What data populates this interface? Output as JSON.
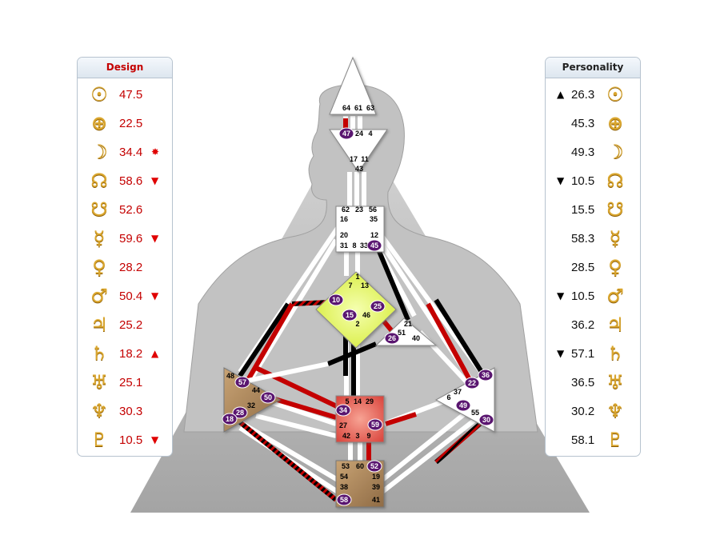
{
  "design": {
    "title": "Design",
    "rows": [
      {
        "planet": "sun-icon",
        "glyph": "☉",
        "value": "47.5",
        "marker": ""
      },
      {
        "planet": "earth-icon",
        "glyph": "⊕",
        "value": "22.5",
        "marker": ""
      },
      {
        "planet": "moon-icon",
        "glyph": "☽",
        "value": "34.4",
        "marker": "✸"
      },
      {
        "planet": "north-node-icon",
        "glyph": "☊",
        "value": "58.6",
        "marker": "▼"
      },
      {
        "planet": "south-node-icon",
        "glyph": "☋",
        "value": "52.6",
        "marker": ""
      },
      {
        "planet": "mercury-icon",
        "glyph": "☿",
        "value": "59.6",
        "marker": "▼"
      },
      {
        "planet": "venus-icon",
        "glyph": "♀",
        "value": "28.2",
        "marker": ""
      },
      {
        "planet": "mars-icon",
        "glyph": "♂",
        "value": "50.4",
        "marker": "▼"
      },
      {
        "planet": "jupiter-icon",
        "glyph": "♃",
        "value": "25.2",
        "marker": ""
      },
      {
        "planet": "saturn-icon",
        "glyph": "♄",
        "value": "18.2",
        "marker": "▲"
      },
      {
        "planet": "uranus-icon",
        "glyph": "♅",
        "value": "25.1",
        "marker": ""
      },
      {
        "planet": "neptune-icon",
        "glyph": "♆",
        "value": "30.3",
        "marker": ""
      },
      {
        "planet": "pluto-icon",
        "glyph": "♇",
        "value": "10.5",
        "marker": "▼"
      }
    ]
  },
  "personality": {
    "title": "Personality",
    "rows": [
      {
        "planet": "sun-icon",
        "glyph": "☉",
        "value": "26.3",
        "marker": "▲"
      },
      {
        "planet": "earth-icon",
        "glyph": "⊕",
        "value": "45.3",
        "marker": ""
      },
      {
        "planet": "moon-icon",
        "glyph": "☽",
        "value": "49.3",
        "marker": ""
      },
      {
        "planet": "north-node-icon",
        "glyph": "☊",
        "value": "10.5",
        "marker": "▼"
      },
      {
        "planet": "south-node-icon",
        "glyph": "☋",
        "value": "15.5",
        "marker": ""
      },
      {
        "planet": "mercury-icon",
        "glyph": "☿",
        "value": "58.3",
        "marker": ""
      },
      {
        "planet": "venus-icon",
        "glyph": "♀",
        "value": "28.5",
        "marker": ""
      },
      {
        "planet": "mars-icon",
        "glyph": "♂",
        "value": "10.5",
        "marker": "▼"
      },
      {
        "planet": "jupiter-icon",
        "glyph": "♃",
        "value": "36.2",
        "marker": ""
      },
      {
        "planet": "saturn-icon",
        "glyph": "♄",
        "value": "57.1",
        "marker": "▼"
      },
      {
        "planet": "uranus-icon",
        "glyph": "♅",
        "value": "36.5",
        "marker": ""
      },
      {
        "planet": "neptune-icon",
        "glyph": "♆",
        "value": "30.2",
        "marker": ""
      },
      {
        "planet": "pluto-icon",
        "glyph": "♇",
        "value": "58.1",
        "marker": ""
      }
    ]
  },
  "colors": {
    "design_red": "#c40000",
    "defined_channel_black": "#000000",
    "activation_badge": "#5a1670",
    "head_center": "#ffffff",
    "g_center": "#e8f570",
    "sacral_center": "#e2554a",
    "root_center": "#a88358",
    "spleen_center": "#a88358"
  },
  "bodygraph": {
    "activated_gates": [
      "47",
      "45",
      "10",
      "25",
      "15",
      "26",
      "57",
      "50",
      "28",
      "18",
      "34",
      "59",
      "52",
      "58",
      "36",
      "22",
      "49",
      "30"
    ],
    "centers": {
      "head": {
        "gates": [
          "64",
          "61",
          "63"
        ]
      },
      "ajna": {
        "gates": [
          "47",
          "24",
          "4",
          "17",
          "11",
          "43"
        ]
      },
      "throat": {
        "gates": [
          "62",
          "23",
          "56",
          "16",
          "35",
          "20",
          "12",
          "31",
          "8",
          "33",
          "45"
        ]
      },
      "g": {
        "gates": [
          "1",
          "7",
          "13",
          "10",
          "25",
          "15",
          "46",
          "2"
        ]
      },
      "heart": {
        "gates": [
          "21",
          "51",
          "26",
          "40"
        ]
      },
      "spleen": {
        "gates": [
          "48",
          "57",
          "44",
          "50",
          "32",
          "28",
          "18"
        ]
      },
      "sacral": {
        "gates": [
          "5",
          "14",
          "29",
          "34",
          "27",
          "59",
          "42",
          "3",
          "9"
        ]
      },
      "solar_plexus": {
        "gates": [
          "36",
          "22",
          "37",
          "6",
          "49",
          "55",
          "30"
        ]
      },
      "root": {
        "gates": [
          "53",
          "60",
          "52",
          "54",
          "19",
          "38",
          "39",
          "58",
          "41"
        ]
      }
    }
  }
}
